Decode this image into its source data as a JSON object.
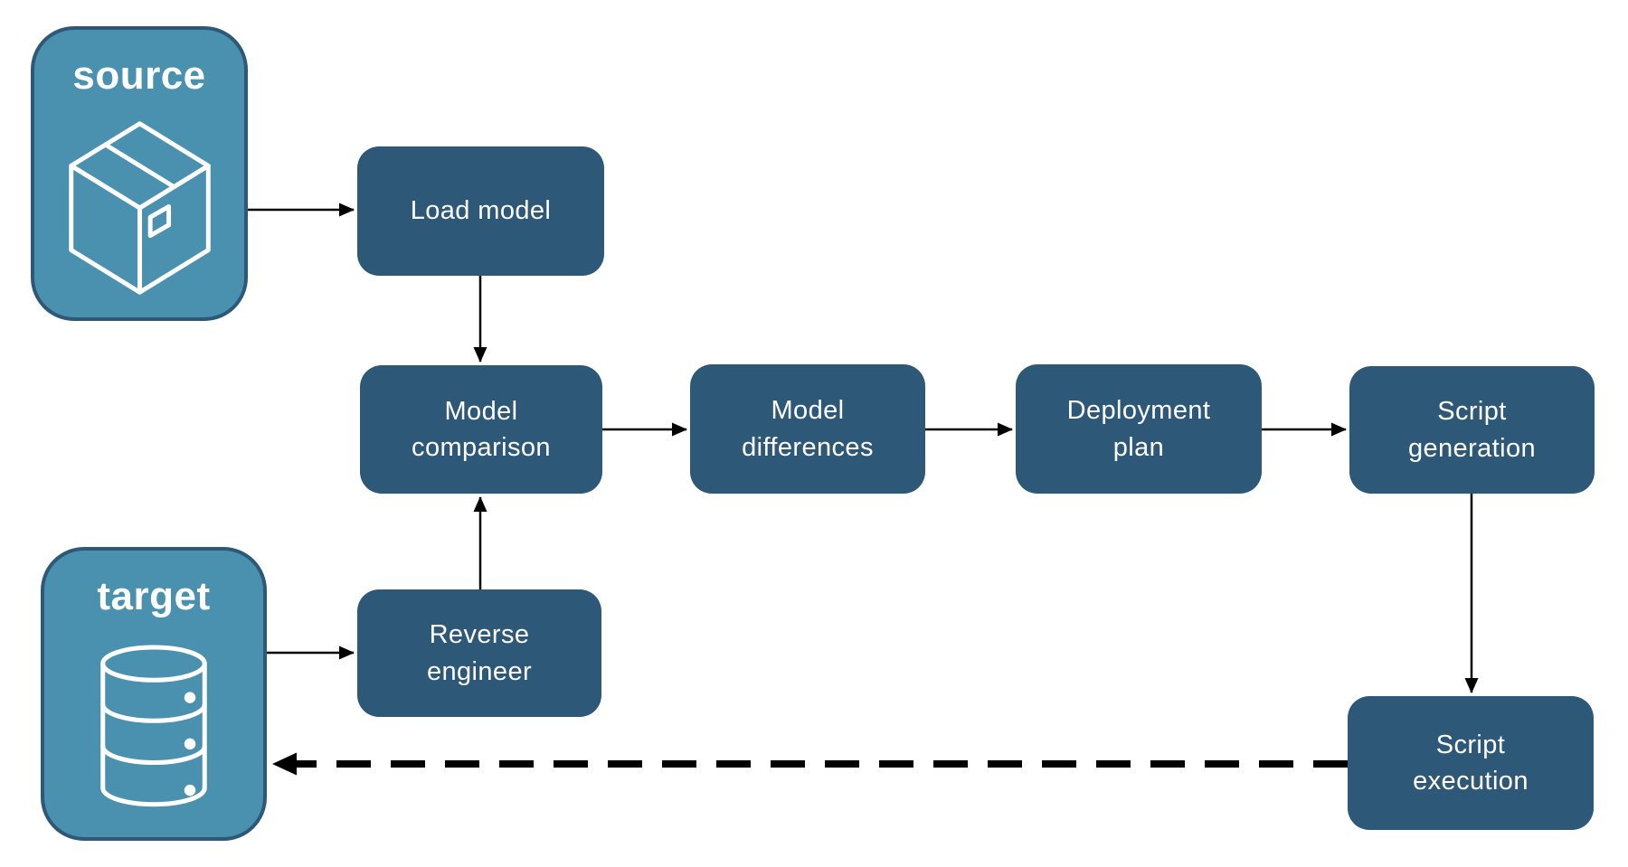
{
  "colors": {
    "background": "#FFFFFF",
    "node_fill": "#2E5877",
    "node_text": "#FFFFFF",
    "endpoint_fill": "#4A90AF",
    "endpoint_border": "#2E5877",
    "endpoint_text": "#FFFFFF",
    "arrow": "#000000"
  },
  "endpoints": {
    "source": {
      "label": "source",
      "icon": "package-icon"
    },
    "target": {
      "label": "target",
      "icon": "database-icon"
    }
  },
  "nodes": {
    "load_model": {
      "label": "Load model"
    },
    "model_comparison": {
      "label": "Model\ncomparison"
    },
    "model_differences": {
      "label": "Model\ndifferences"
    },
    "deployment_plan": {
      "label": "Deployment\nplan"
    },
    "script_generation": {
      "label": "Script\ngeneration"
    },
    "reverse_engineer": {
      "label": "Reverse\nengineer"
    },
    "script_execution": {
      "label": "Script\nexecution"
    }
  },
  "edges": [
    {
      "from": "source",
      "to": "load_model",
      "style": "solid"
    },
    {
      "from": "load_model",
      "to": "model_comparison",
      "style": "solid"
    },
    {
      "from": "model_comparison",
      "to": "model_differences",
      "style": "solid"
    },
    {
      "from": "model_differences",
      "to": "deployment_plan",
      "style": "solid"
    },
    {
      "from": "deployment_plan",
      "to": "script_generation",
      "style": "solid"
    },
    {
      "from": "script_generation",
      "to": "script_execution",
      "style": "solid"
    },
    {
      "from": "target",
      "to": "reverse_engineer",
      "style": "solid"
    },
    {
      "from": "reverse_engineer",
      "to": "model_comparison",
      "style": "solid"
    },
    {
      "from": "script_execution",
      "to": "target",
      "style": "dashed"
    }
  ]
}
